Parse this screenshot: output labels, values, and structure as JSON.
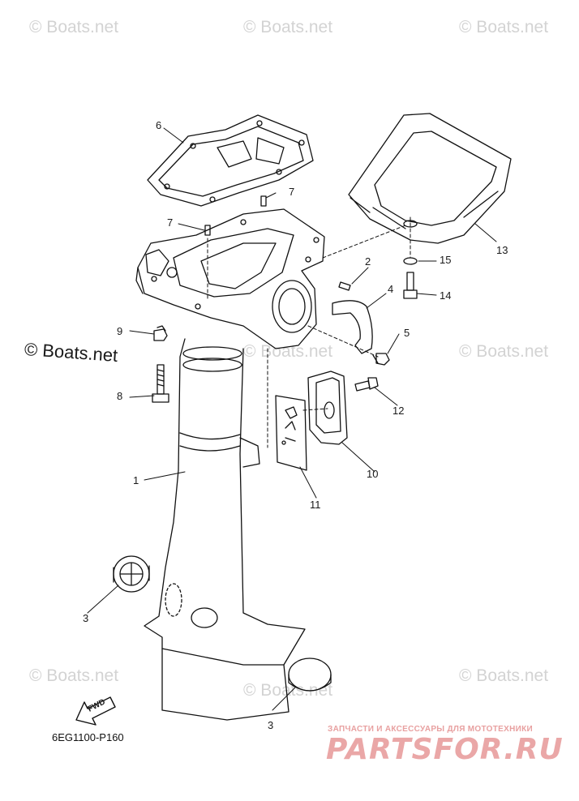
{
  "watermark": {
    "text": "© Boats.net",
    "main_text": "© Boats.net"
  },
  "callouts": [
    "1",
    "2",
    "3",
    "3",
    "4",
    "5",
    "6",
    "7",
    "7",
    "8",
    "9",
    "10",
    "11",
    "12",
    "13",
    "14",
    "15"
  ],
  "part_code": "6EG1100-P160",
  "direction_label": "FWD",
  "shop_tagline": "ЗАПЧАСТИ И АКСЕССУАРЫ ДЛЯ МОТОТЕХНИКИ",
  "shop_logo": "PARTSFOR.RU",
  "colors": {
    "line": "#111111",
    "watermark": "#d3d3d3",
    "shop": "#e48a8a"
  }
}
